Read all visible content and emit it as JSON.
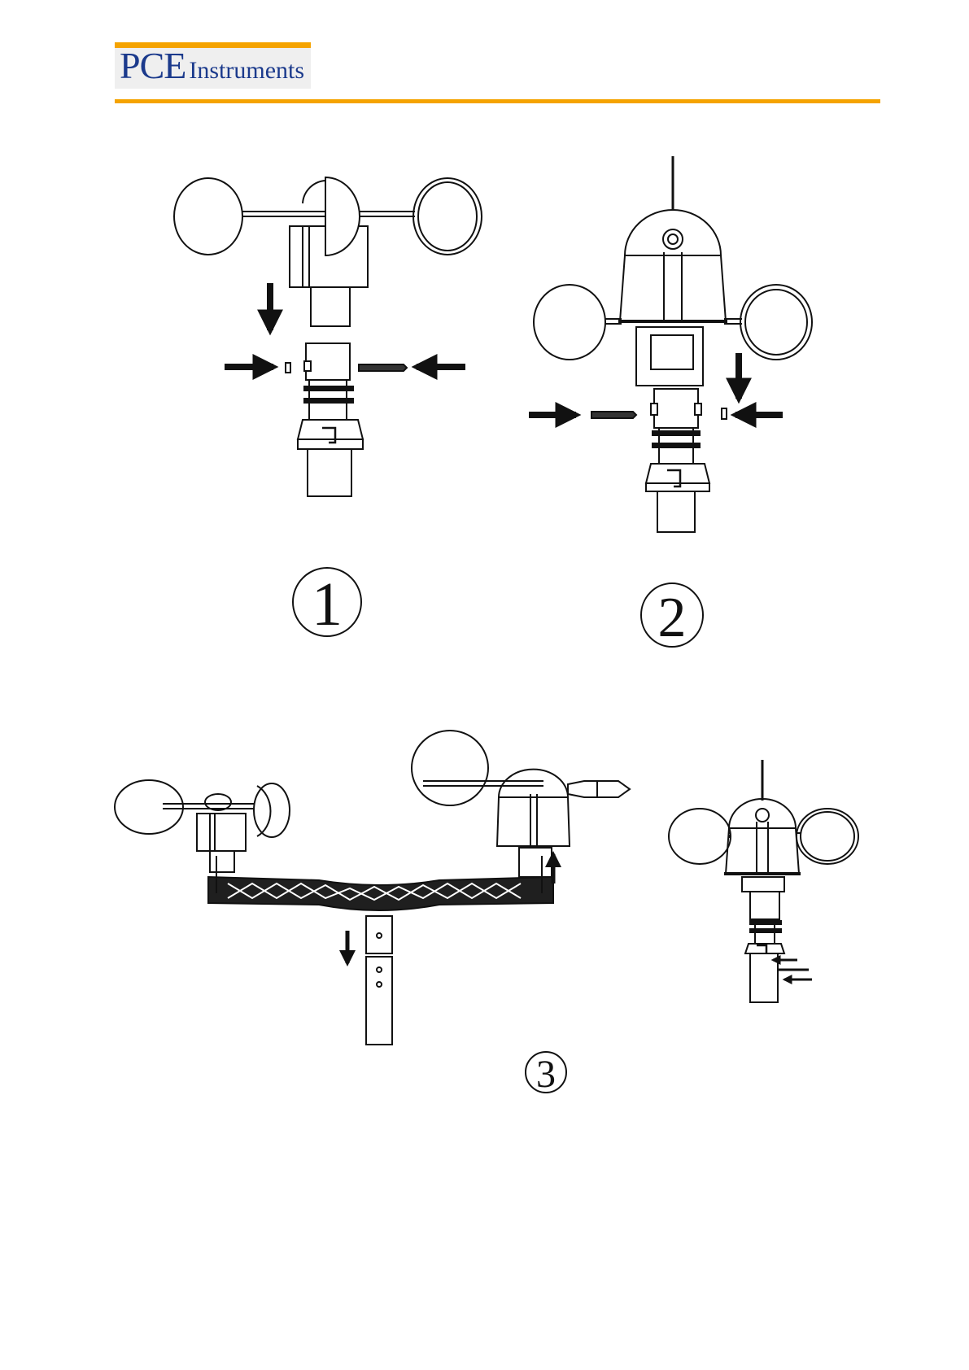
{
  "header": {
    "logo_main": "PCE",
    "logo_sub": "Instruments"
  },
  "figures": [
    {
      "number": "1"
    },
    {
      "number": "2"
    },
    {
      "number": "3"
    }
  ],
  "colors": {
    "brand_blue": "#1b3a8c",
    "accent_orange": "#f5a300",
    "ink": "#111111"
  }
}
